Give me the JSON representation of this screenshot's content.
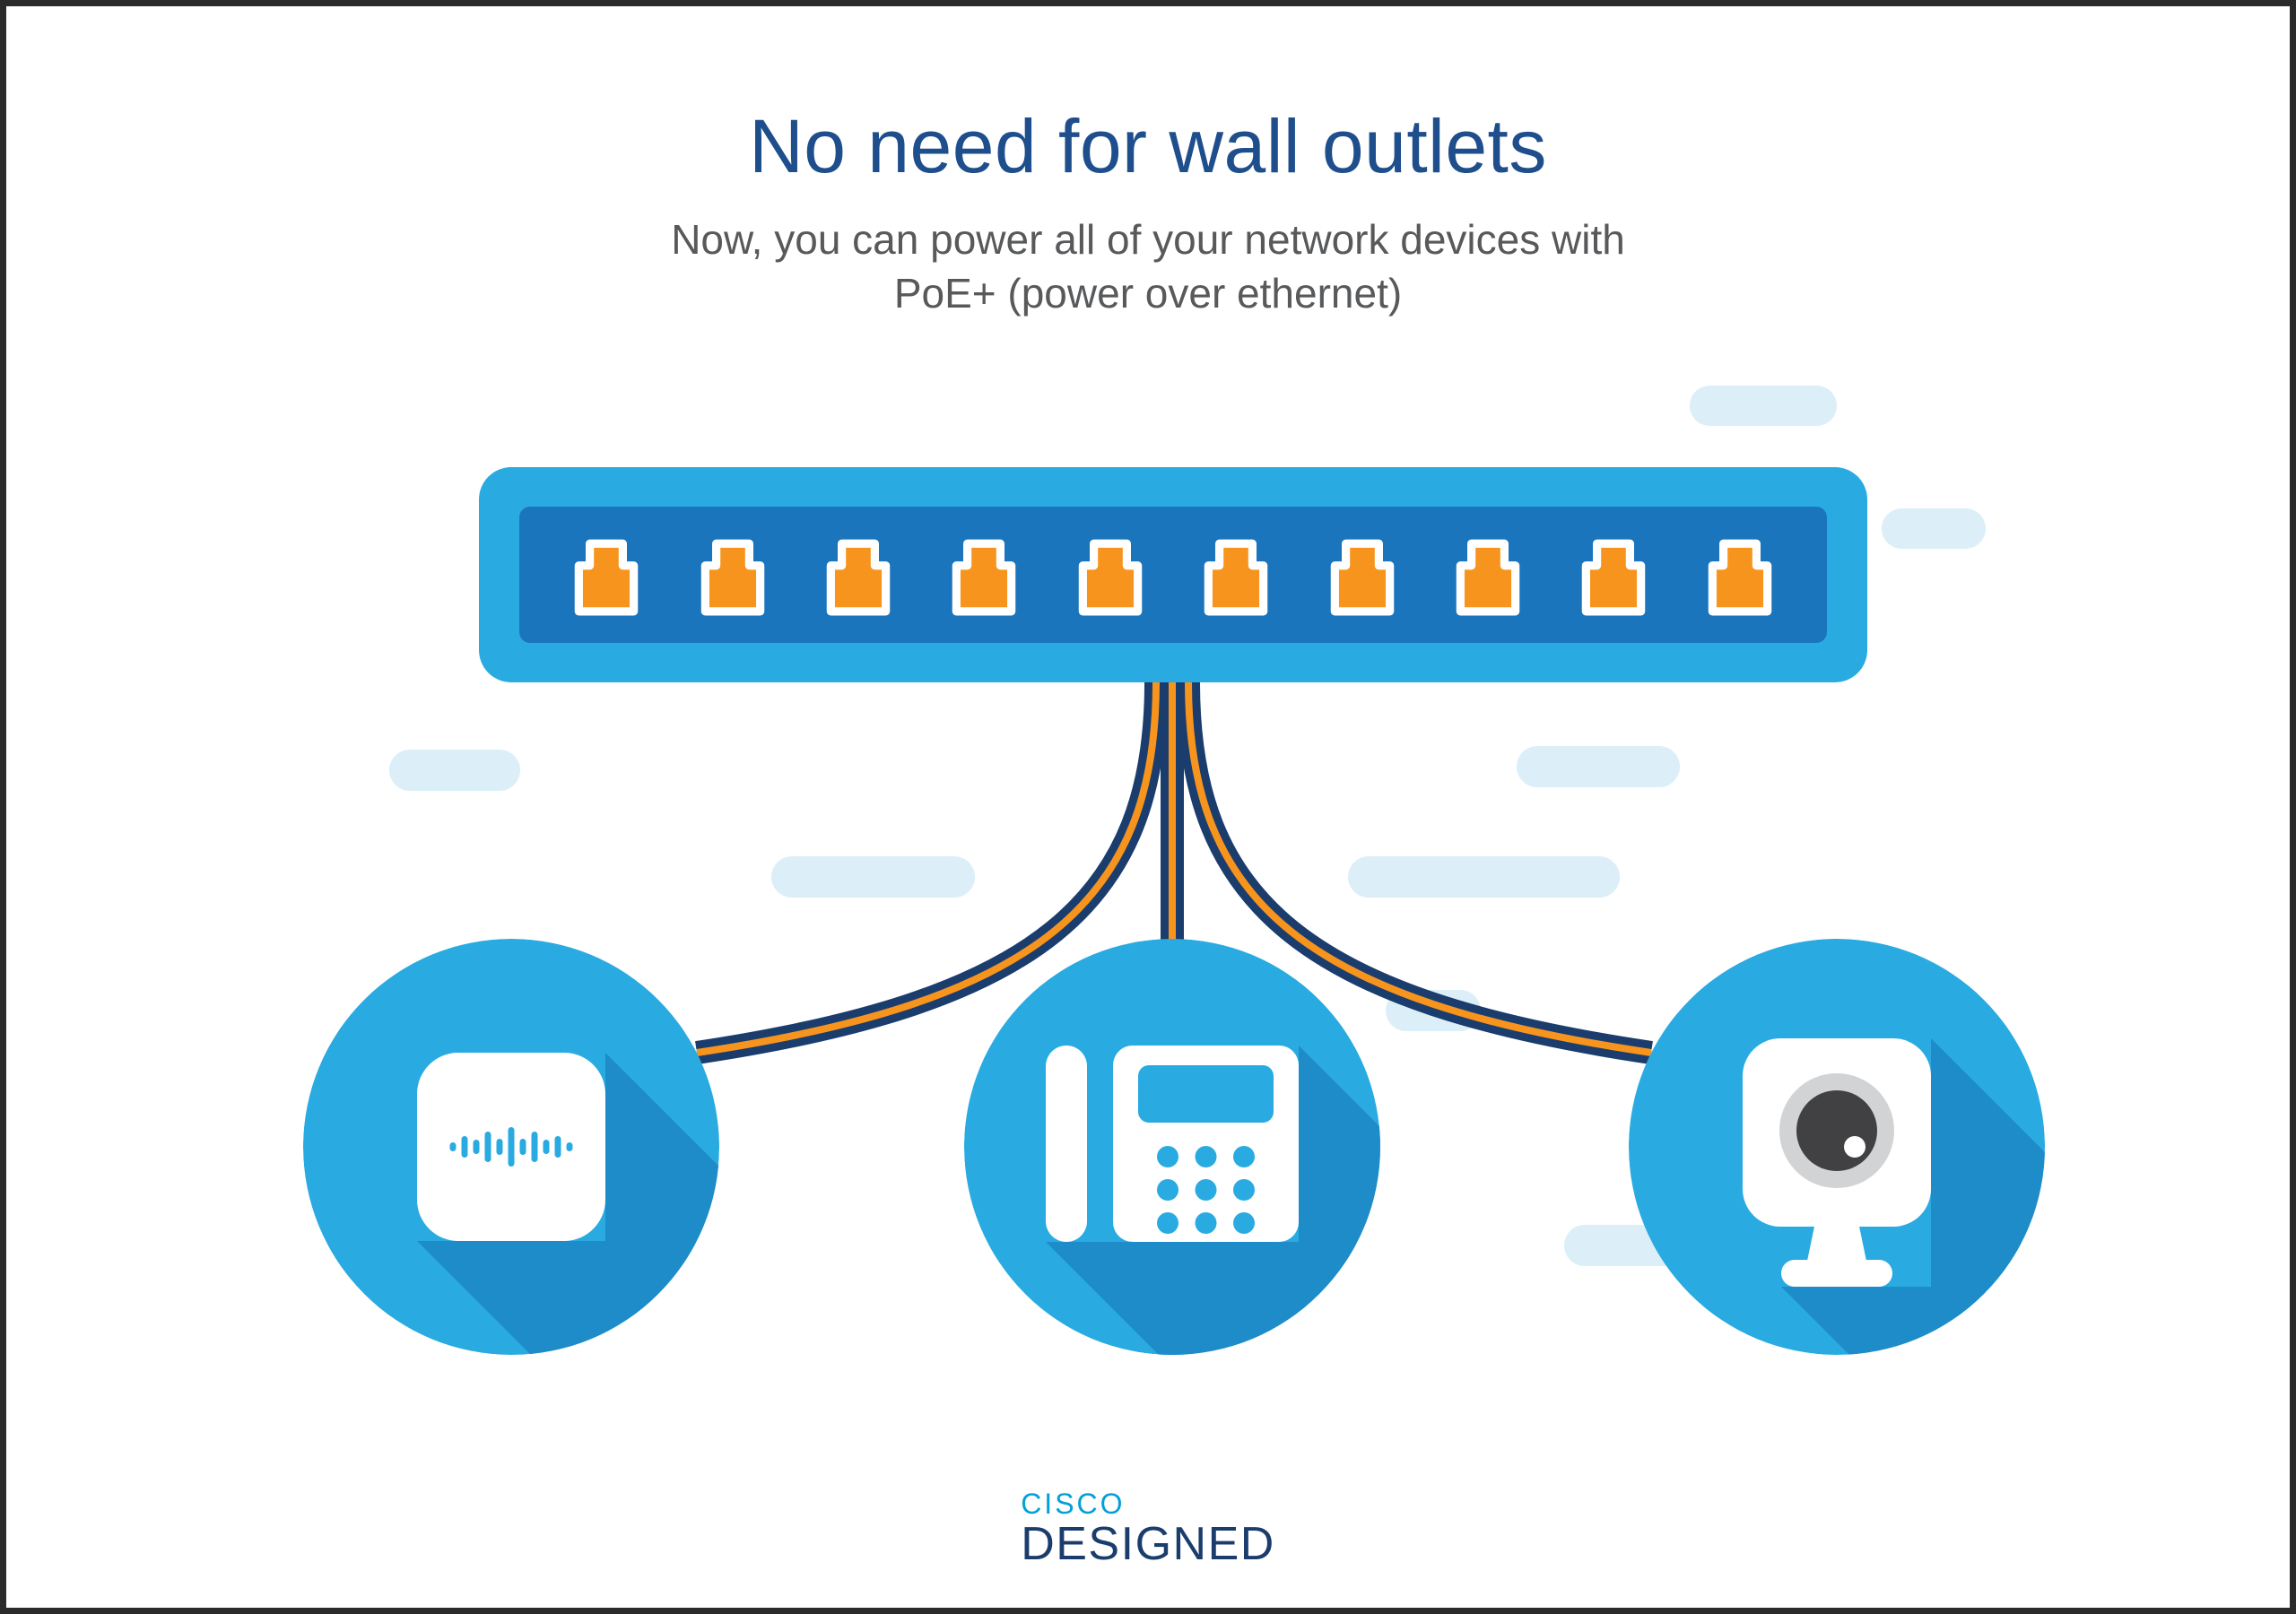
{
  "page": {
    "title": "No need for wall outlets",
    "subtitle_line1": "Now, you can power all of your network devices with",
    "subtitle_line2": "PoE+ (power over ethernet)"
  },
  "switch": {
    "name": "poe-network-switch",
    "port_count": 10,
    "port_icon": "ethernet-port-icon"
  },
  "devices": [
    {
      "id": "access-point",
      "icon": "wireless-access-point-icon"
    },
    {
      "id": "ip-phone",
      "icon": "ip-phone-icon"
    },
    {
      "id": "webcam",
      "icon": "webcam-icon"
    }
  ],
  "cables": [
    {
      "id": "cable-left"
    },
    {
      "id": "cable-middle"
    },
    {
      "id": "cable-right"
    }
  ],
  "branding": {
    "company": "CISCO",
    "wordmark": "DESIGNED"
  },
  "colors": {
    "cyan": "#29ABE2",
    "switch_inner_blue": "#1B75BC",
    "cable_navy": "#1B3D6D",
    "port_orange": "#F7941E",
    "pale_blue_pill": "#DCEEF8",
    "heading_blue": "#1F4E8C",
    "subtitle_gray": "#58595B",
    "cisco_cyan": "#049FD9",
    "circle_shadow_blue": "#1E8CC9",
    "webcam_ring_gray": "#D1D3D4",
    "webcam_lens_gray": "#414042"
  }
}
